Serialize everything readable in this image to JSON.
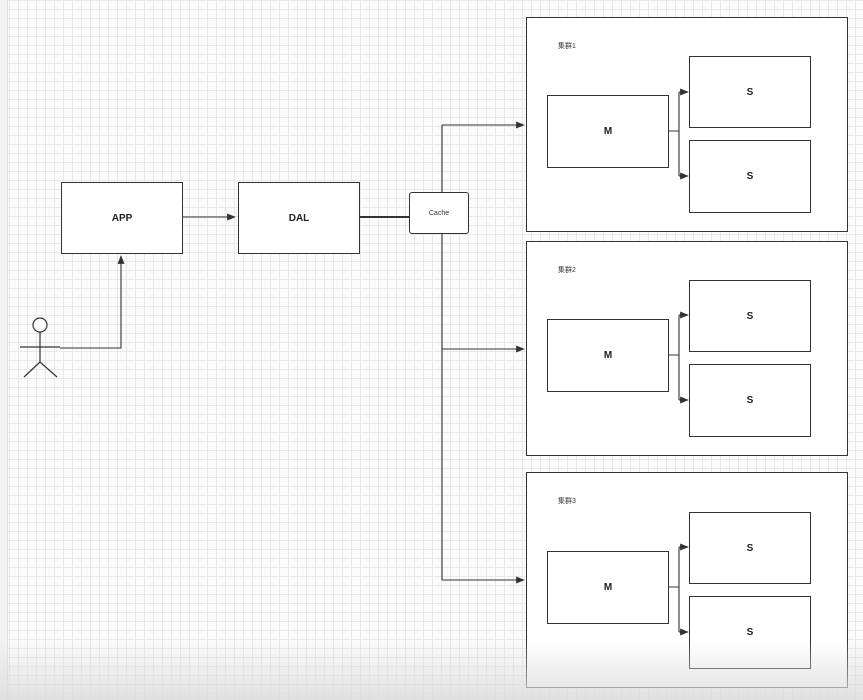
{
  "nodes": {
    "app": "APP",
    "dal": "DAL",
    "cache": "Cache"
  },
  "clusters": [
    {
      "label": "集群1",
      "master": "M",
      "slaves": [
        "S",
        "S"
      ]
    },
    {
      "label": "集群2",
      "master": "M",
      "slaves": [
        "S",
        "S"
      ]
    },
    {
      "label": "集群3",
      "master": "M",
      "slaves": [
        "S",
        "S"
      ]
    }
  ],
  "colors": {
    "line": "#333333",
    "grid": "#e8e8e8",
    "background": "#fbfbfb"
  }
}
